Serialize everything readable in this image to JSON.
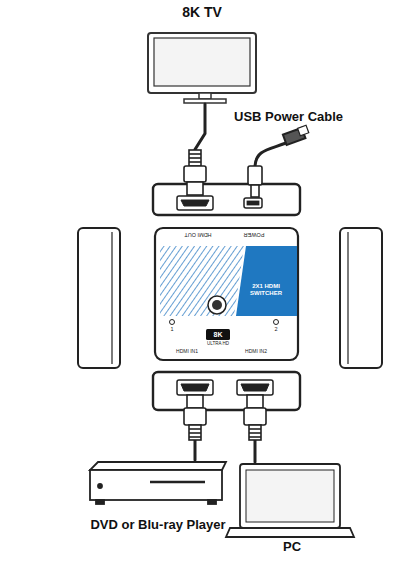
{
  "diagram": {
    "nodes": [
      {
        "text": [
          "8K TV"
        ]
      },
      {
        "text": [
          "HDMI OUT",
          "POWER",
          "2X1 HDMI SWITCHER",
          "1",
          "2",
          "8K",
          "ULTRA HD",
          "HDMI IN1",
          "HDMI IN2"
        ]
      },
      {
        "text": [
          "DVD or Blu-ray Player"
        ]
      },
      {
        "text": [
          "PC"
        ]
      }
    ],
    "edges": [
      {
        "from": 1,
        "to": 0,
        "arrow": "none"
      },
      {
        "from": 2,
        "to": 1,
        "arrow": "none"
      },
      {
        "from": 3,
        "to": 1,
        "arrow": "none"
      }
    ],
    "labels": [
      "USB Power Cable"
    ]
  }
}
